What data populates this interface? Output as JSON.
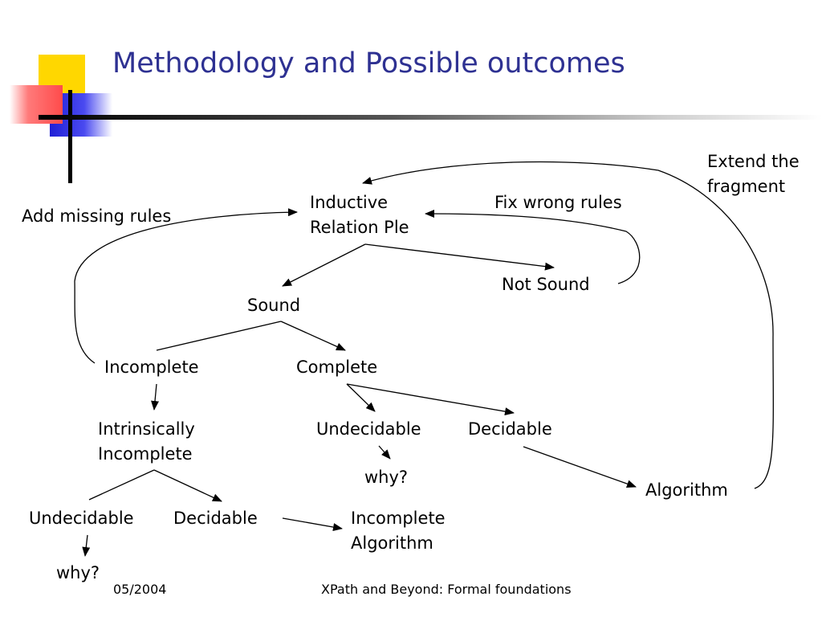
{
  "title": "Methodology and Possible outcomes",
  "colors": {
    "title": "#2e3192",
    "accent_yellow": "#ffd700",
    "accent_blue": "#1f1fd6",
    "accent_red": "#ff4b4b",
    "line": "#000000"
  },
  "nodes": {
    "inductive": [
      "Inductive",
      "Relation Ple"
    ],
    "not_sound": "Not Sound",
    "sound": "Sound",
    "incomplete": "Incomplete",
    "complete": "Complete",
    "intrinsically_incomplete": [
      "Intrinsically",
      "Incomplete"
    ],
    "undecidable_left": "Undecidable",
    "decidable_left": "Decidable",
    "why_left": "why?",
    "undecidable_right": "Undecidable",
    "decidable_right": "Decidable",
    "why_right": "why?",
    "algorithm": "Algorithm",
    "incomplete_algorithm": [
      "Incomplete",
      "Algorithm"
    ]
  },
  "edge_labels": {
    "add_missing_rules": "Add missing rules",
    "fix_wrong_rules": "Fix wrong rules",
    "extend_fragment": [
      "Extend the",
      "fragment"
    ]
  },
  "footer": {
    "date": "05/2004",
    "caption": "XPath and Beyond: Formal foundations"
  }
}
